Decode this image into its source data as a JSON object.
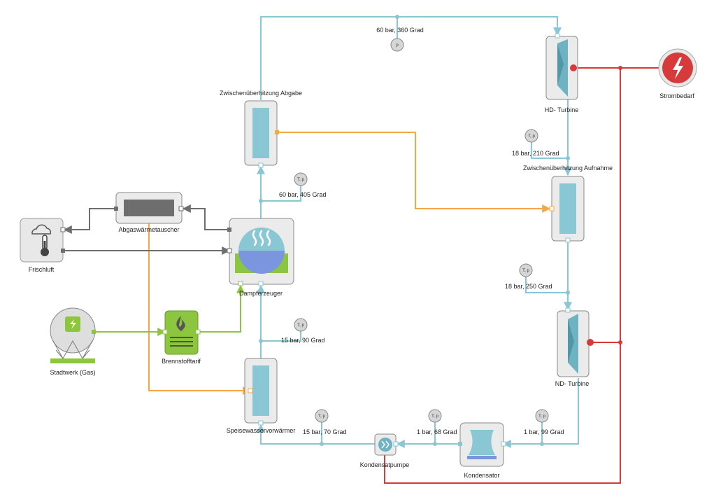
{
  "colors": {
    "water": "#8ac7d4",
    "hot": "#f5a54a",
    "power": "#d63a3a",
    "fuel": "#8cc63f",
    "air": "#6e6e6e"
  },
  "labels": {
    "hd_turbine": "HD- Turbine",
    "nd_turbine": "ND- Turbine",
    "strombedarf": "Strombedarf",
    "zue_abgabe": "Zwischenüberhitzung Abgabe",
    "zue_aufnahme": "Zwischenüberhitzung Aufnahme",
    "abgaswaermetauscher": "Abgaswärmetauscher",
    "frischluft": "Frischluft",
    "dampferzeuger": "Dampferzeuger",
    "stadtwerk": "Stadtwerk (Gas)",
    "brennstofftarif": "Brennstofftarif",
    "speisewasservorwaermer": "Speisewasservorwärmer",
    "kondensatpumpe": "Kondensatpumpe",
    "kondensator": "Kondensator"
  },
  "sensors": {
    "top": {
      "tag": "p",
      "value": "60 bar, 360 Grad"
    },
    "s1": {
      "tag": "T, p",
      "value": "60 bar, 405 Grad"
    },
    "s2": {
      "tag": "T, p",
      "value": "18 bar, 210 Grad"
    },
    "s3": {
      "tag": "T, p",
      "value": "18 bar, 250 Grad"
    },
    "s4": {
      "tag": "T, p",
      "value": "15 bar, 90 Grad"
    },
    "s5": {
      "tag": "T, p",
      "value": "15 bar, 70 Grad"
    },
    "s6": {
      "tag": "T, p",
      "value": "1 bar, 68 Grad"
    },
    "s7": {
      "tag": "T, p",
      "value": "1 bar, 99 Grad"
    }
  }
}
